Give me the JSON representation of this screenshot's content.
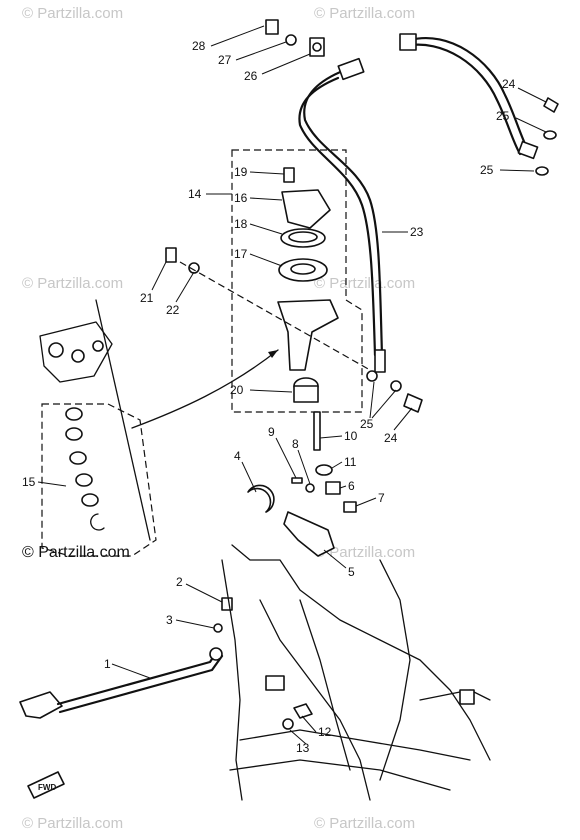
{
  "watermark": {
    "text": "© Partzilla.com",
    "color": "#c7c7c7",
    "dark_color": "#111111"
  },
  "direction_marker": "FWD",
  "callouts": [
    {
      "id": "1",
      "label": "1"
    },
    {
      "id": "2",
      "label": "2"
    },
    {
      "id": "3",
      "label": "3"
    },
    {
      "id": "4",
      "label": "4"
    },
    {
      "id": "5",
      "label": "5"
    },
    {
      "id": "6",
      "label": "6"
    },
    {
      "id": "7",
      "label": "7"
    },
    {
      "id": "8",
      "label": "8"
    },
    {
      "id": "9",
      "label": "9"
    },
    {
      "id": "10",
      "label": "10"
    },
    {
      "id": "11",
      "label": "11"
    },
    {
      "id": "12",
      "label": "12"
    },
    {
      "id": "13",
      "label": "13"
    },
    {
      "id": "14",
      "label": "14"
    },
    {
      "id": "15",
      "label": "15"
    },
    {
      "id": "16",
      "label": "16"
    },
    {
      "id": "17",
      "label": "17"
    },
    {
      "id": "18",
      "label": "18"
    },
    {
      "id": "19",
      "label": "19"
    },
    {
      "id": "20",
      "label": "20"
    },
    {
      "id": "21",
      "label": "21"
    },
    {
      "id": "22",
      "label": "22"
    },
    {
      "id": "23",
      "label": "23"
    },
    {
      "id": "24a",
      "label": "24"
    },
    {
      "id": "24b",
      "label": "24"
    },
    {
      "id": "25a",
      "label": "25"
    },
    {
      "id": "25b",
      "label": "25"
    },
    {
      "id": "25c",
      "label": "25"
    },
    {
      "id": "26",
      "label": "26"
    },
    {
      "id": "27",
      "label": "27"
    },
    {
      "id": "28",
      "label": "28"
    }
  ]
}
